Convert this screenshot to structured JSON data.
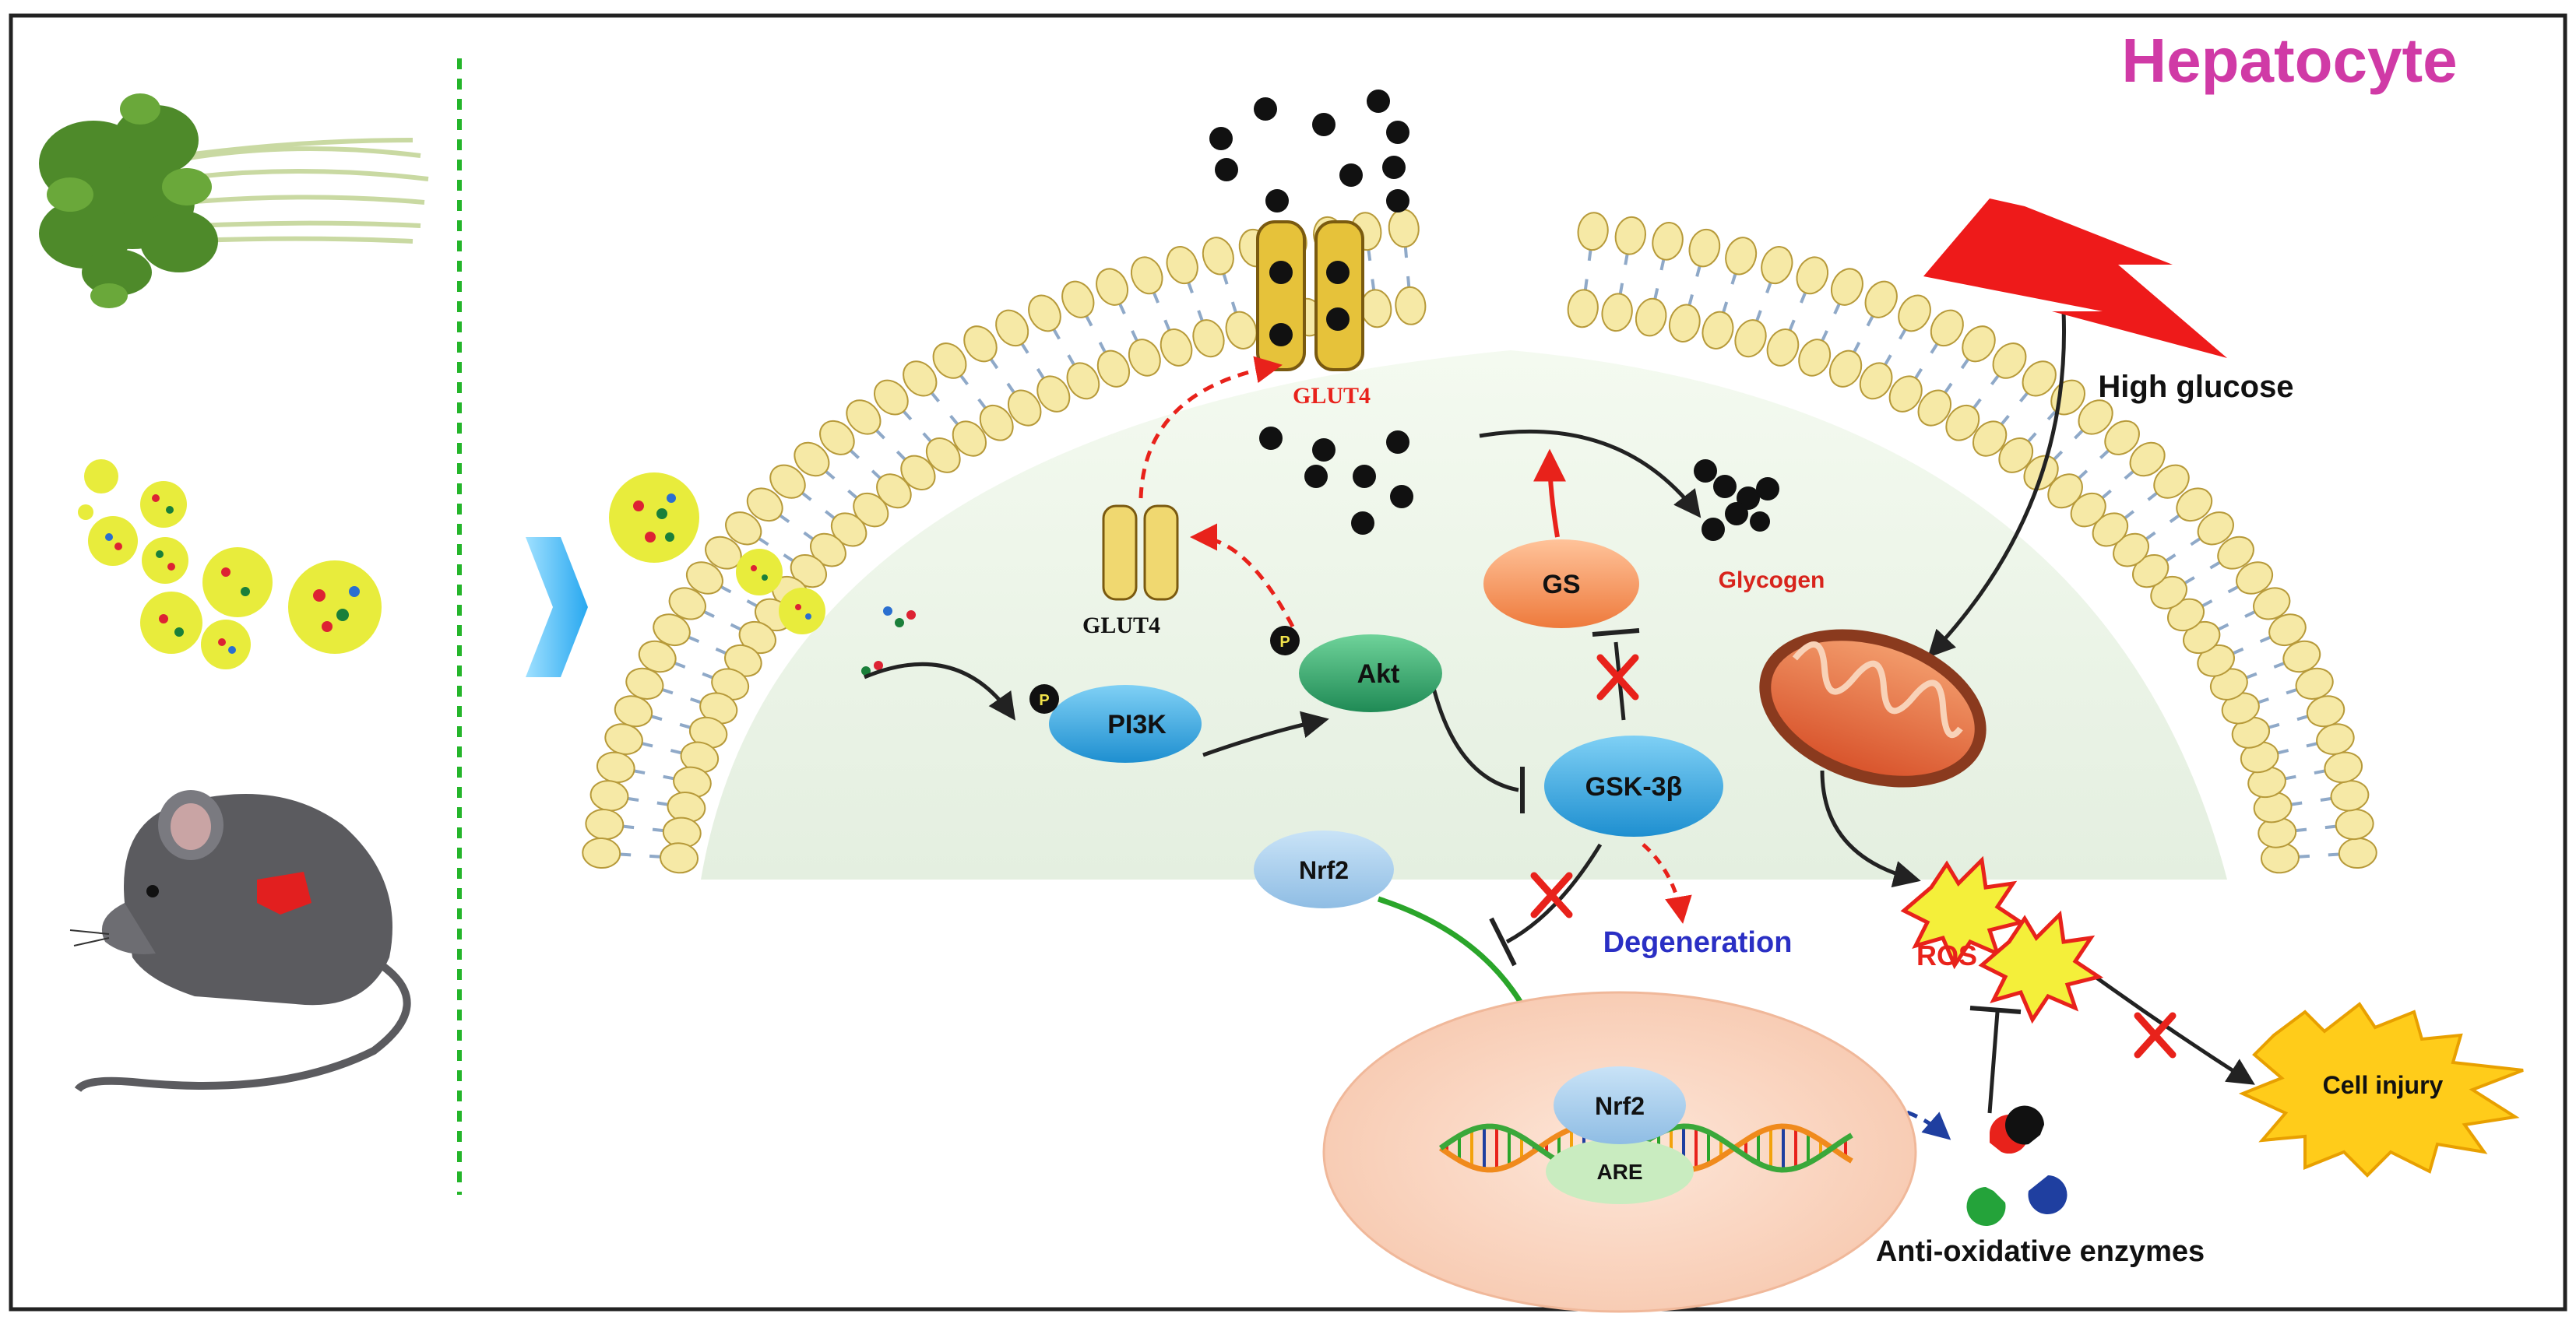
{
  "title": "Hepatocyte",
  "stimulus": "High glucose",
  "transporter": {
    "membrane": "GLUT4",
    "vesicle": "GLUT4"
  },
  "nodes": {
    "pi3k": "PI3K",
    "akt": "Akt",
    "gs": "GS",
    "gsk3b": "GSK-3β",
    "nrf2_cytoplasm": "Nrf2",
    "nrf2_nucleus": "Nrf2",
    "are": "ARE",
    "ros": "ROS"
  },
  "phospho_label": "P",
  "outcomes": {
    "glycogen": "Glycogen",
    "degeneration": "Degeneration",
    "cell_injury": "Cell injury",
    "enzymes": "Anti-oxidative enzymes"
  },
  "colors": {
    "title": "#d03aa6",
    "membrane_head": "#f6e9a6",
    "membrane_tail": "#8fa9c8",
    "inhibited": "#e8221b",
    "activation": "#222222",
    "nrf2_path": "#2aa52a",
    "dashed_blue": "#1f3fa0",
    "degeneration_text": "#2a2fc4",
    "glycogen_text": "#d8241c",
    "blue_node": "#3aa8e0",
    "green_node": "#33a86a",
    "orange_node": "#f39a5e",
    "nanoparticle": "#e8ec3c"
  }
}
